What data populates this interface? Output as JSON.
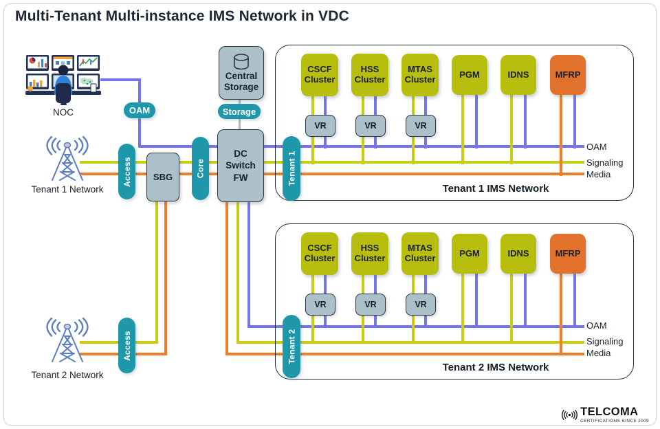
{
  "title": "Multi-Tenant Multi-instance IMS Network in VDC",
  "noc_label": "NOC",
  "pills": {
    "oam": "OAM",
    "storage": "Storage",
    "access": "Access",
    "core": "Core"
  },
  "central_storage_label": "Central Storage",
  "sbg_label": "SBG",
  "dc_switch_label": "DC Switch FW",
  "tower1_label": "Tenant 1 Network",
  "tower2_label": "Tenant 2 Network",
  "tenants": [
    {
      "pill": "Tenant 1",
      "title": "Tenant 1 IMS Network",
      "vr": "VR",
      "nodes": [
        {
          "label": "CSCF Cluster"
        },
        {
          "label": "HSS Cluster"
        },
        {
          "label": "MTAS Cluster"
        },
        {
          "label": "PGM"
        },
        {
          "label": "IDNS"
        },
        {
          "label": "MFRP"
        }
      ],
      "line_labels": {
        "oam": "OAM",
        "signaling": "Signaling",
        "media": "Media"
      }
    },
    {
      "pill": "Tenant 2",
      "title": "Tenant 2 IMS Network",
      "vr": "VR",
      "nodes": [
        {
          "label": "CSCF Cluster"
        },
        {
          "label": "HSS Cluster"
        },
        {
          "label": "MTAS Cluster"
        },
        {
          "label": "PGM"
        },
        {
          "label": "IDNS"
        },
        {
          "label": "MFRP"
        }
      ],
      "line_labels": {
        "oam": "OAM",
        "signaling": "Signaling",
        "media": "Media"
      }
    }
  ],
  "logo": {
    "name": "TELCOMA",
    "tagline": "CERTIFICATIONS SINCE 2009"
  },
  "colors": {
    "teal": "#1f97aa",
    "node_yellow_green": "#b8be0e",
    "node_orange": "#e1712b",
    "box_gray": "#abc0c8",
    "line_oam_blue": "#7275eb",
    "line_signaling_yellow": "#c9cd12",
    "line_media_orange": "#ee7e28",
    "line_storage_gray": "#a7bac1"
  }
}
